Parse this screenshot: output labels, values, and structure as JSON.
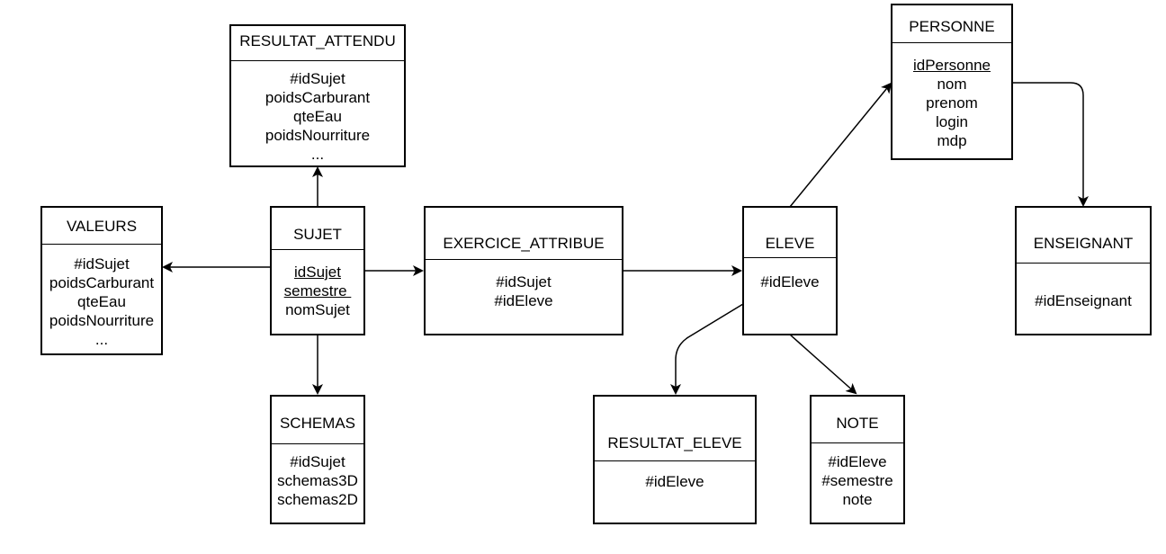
{
  "entities": {
    "resultat_attendu": {
      "name": "RESULTAT_ATTENDU",
      "attributes": [
        "#idSujet",
        "poidsCarburant",
        "qteEau",
        "poidsNourriture",
        "..."
      ]
    },
    "valeurs": {
      "name": "VALEURS",
      "attributes": [
        "#idSujet",
        "poidsCarburant",
        "qteEau",
        "poidsNourriture",
        "..."
      ]
    },
    "sujet": {
      "name": "SUJET",
      "attributes": [
        "idSujet",
        "semestre ",
        "nomSujet"
      ]
    },
    "schemas": {
      "name": "SCHEMAS",
      "attributes": [
        "#idSujet",
        "schemas3D",
        "schemas2D"
      ]
    },
    "exercice_attribue": {
      "name": "EXERCICE_ATTRIBUE",
      "attributes": [
        "#idSujet",
        "#idEleve"
      ]
    },
    "eleve": {
      "name": "ELEVE",
      "attributes": [
        "#idEleve"
      ]
    },
    "personne": {
      "name": "PERSONNE",
      "attributes": [
        "idPersonne",
        "nom",
        "prenom",
        "login",
        "mdp"
      ]
    },
    "enseignant": {
      "name": "ENSEIGNANT",
      "attributes": [
        "#idEnseignant"
      ]
    },
    "resultat_eleve": {
      "name": "RESULTAT_ELEVE",
      "attributes": [
        "#idEleve"
      ]
    },
    "note": {
      "name": "NOTE",
      "attributes": [
        "#idEleve",
        "#semestre",
        "note"
      ]
    }
  }
}
